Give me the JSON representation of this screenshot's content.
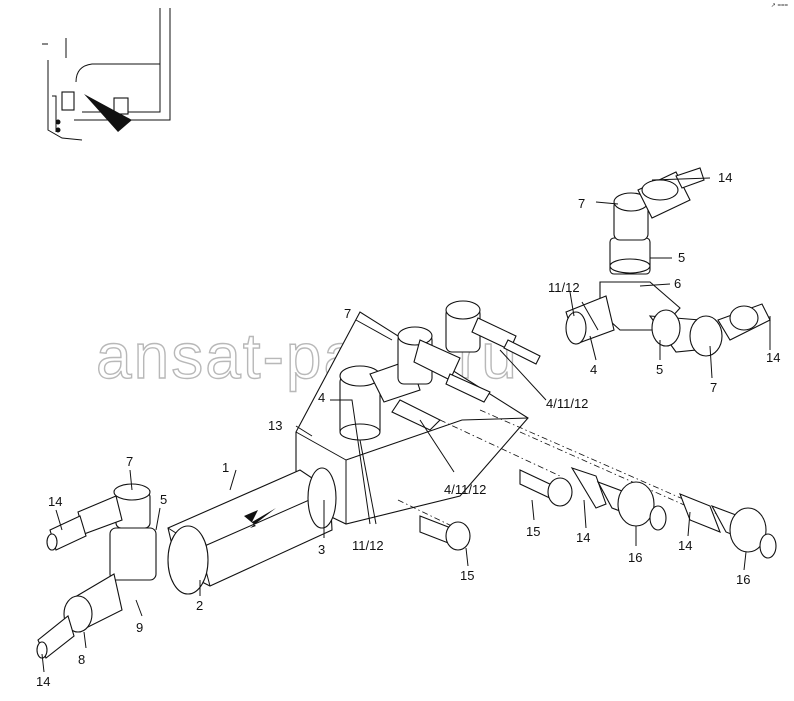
{
  "watermark": "ansat-parts.ru",
  "corner_mark": "↗ ===",
  "callouts": {
    "c_1": "1",
    "c_2": "2",
    "c_3": "3",
    "c_4_left": "4",
    "c_4_right": "4",
    "c_4_11_12_top": "4/11/12",
    "c_4_11_12_mid": "4/11/12",
    "c_5_top": "5",
    "c_5_right": "5",
    "c_5_left": "5",
    "c_6": "6",
    "c_7_top": "7",
    "c_7_block": "7",
    "c_7_right": "7",
    "c_7_left": "7",
    "c_8": "8",
    "c_9": "9",
    "c_11_12_right": "11/12",
    "c_11_12_bottom": "11/12",
    "c_13": "13",
    "c_14_top": "14",
    "c_14_right": "14",
    "c_14_mid": "14",
    "c_14_far": "14",
    "c_14_left": "14",
    "c_14_bottom": "14",
    "c_15_a": "15",
    "c_15_b": "15",
    "c_16_a": "16",
    "c_16_b": "16"
  }
}
